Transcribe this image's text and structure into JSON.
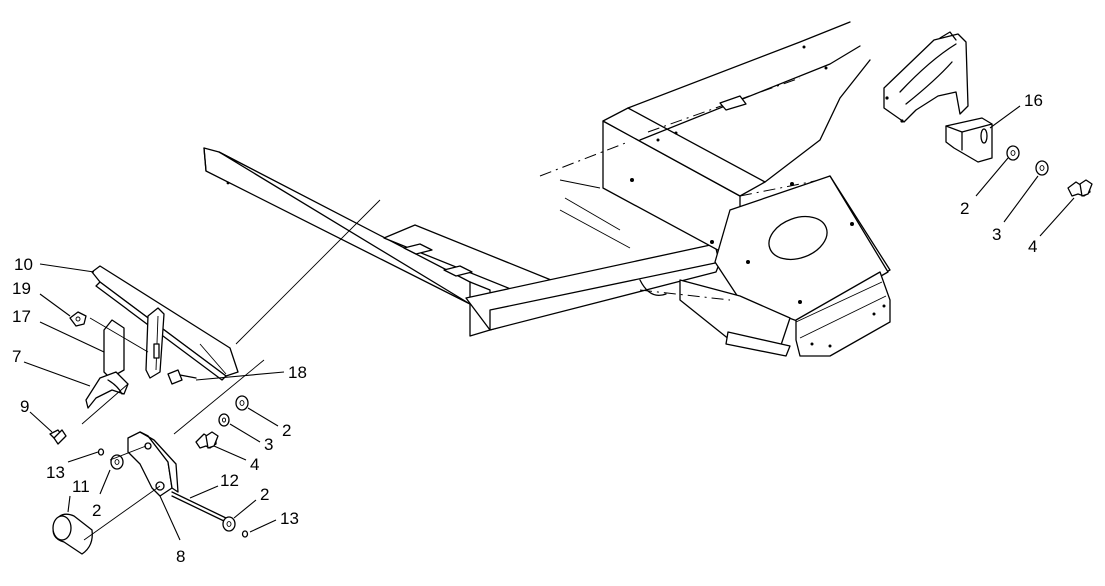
{
  "callouts": {
    "c10": "10",
    "c19": "19",
    "c17": "17",
    "c7": "7",
    "c9": "9",
    "c13a": "13",
    "c11": "11",
    "c2a": "2",
    "c8": "8",
    "c12": "12",
    "c2b": "2",
    "c13b": "13",
    "c18": "18",
    "c2c": "2",
    "c3a": "3",
    "c4a": "4",
    "c16": "16",
    "c2d": "2",
    "c3b": "3",
    "c4b": "4"
  }
}
